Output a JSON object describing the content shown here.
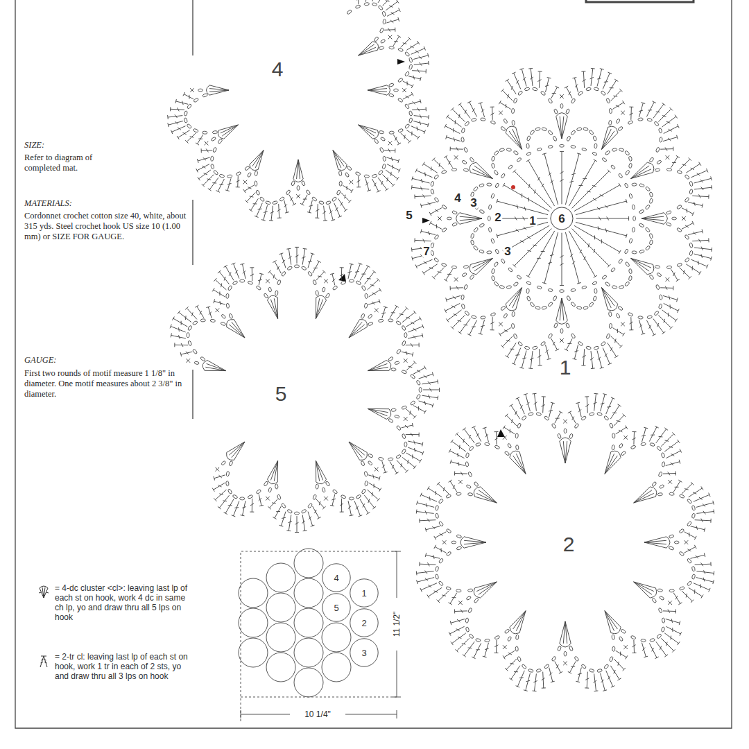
{
  "diagram": {
    "nodes": [
      {
        "text": [
          "4"
        ]
      },
      {
        "text": [
          "1"
        ]
      },
      {
        "text": [
          "5"
        ]
      },
      {
        "text": [
          "2"
        ]
      },
      {
        "text": [
          "4"
        ]
      },
      {
        "text": [
          "1"
        ]
      },
      {
        "text": [
          "5"
        ]
      },
      {
        "text": [
          "2"
        ]
      },
      {
        "text": [
          "3"
        ]
      }
    ],
    "labels": [
      "SIZE:",
      "Refer to diagram of completed mat.",
      "MATERIALS:",
      "Cordonnet crochet cotton size 40, white, about 315 yds. Steel crochet hook US size 10 (1.00 mm) or SIZE FOR GAUGE.",
      "GAUGE:",
      "First two rounds of motif measure 1 1/8\" in diameter. One motif measures about 2 3/8\" in diameter.",
      "4",
      "3",
      "2",
      "1",
      "6",
      "5",
      "3",
      "7",
      "11 1/2\"",
      "10 1/4\""
    ],
    "legend": [
      {
        "text": "= 4-dc cluster <cl>: leaving last lp of each st on hook, work 4 dc in same ch lp, yo and draw thru all 5 lps on hook"
      },
      {
        "text": "= 2-tr cl: leaving last lp of each st on hook, work 1 tr in each of 2 sts, yo and draw thru all 3 lps on hook"
      }
    ]
  }
}
